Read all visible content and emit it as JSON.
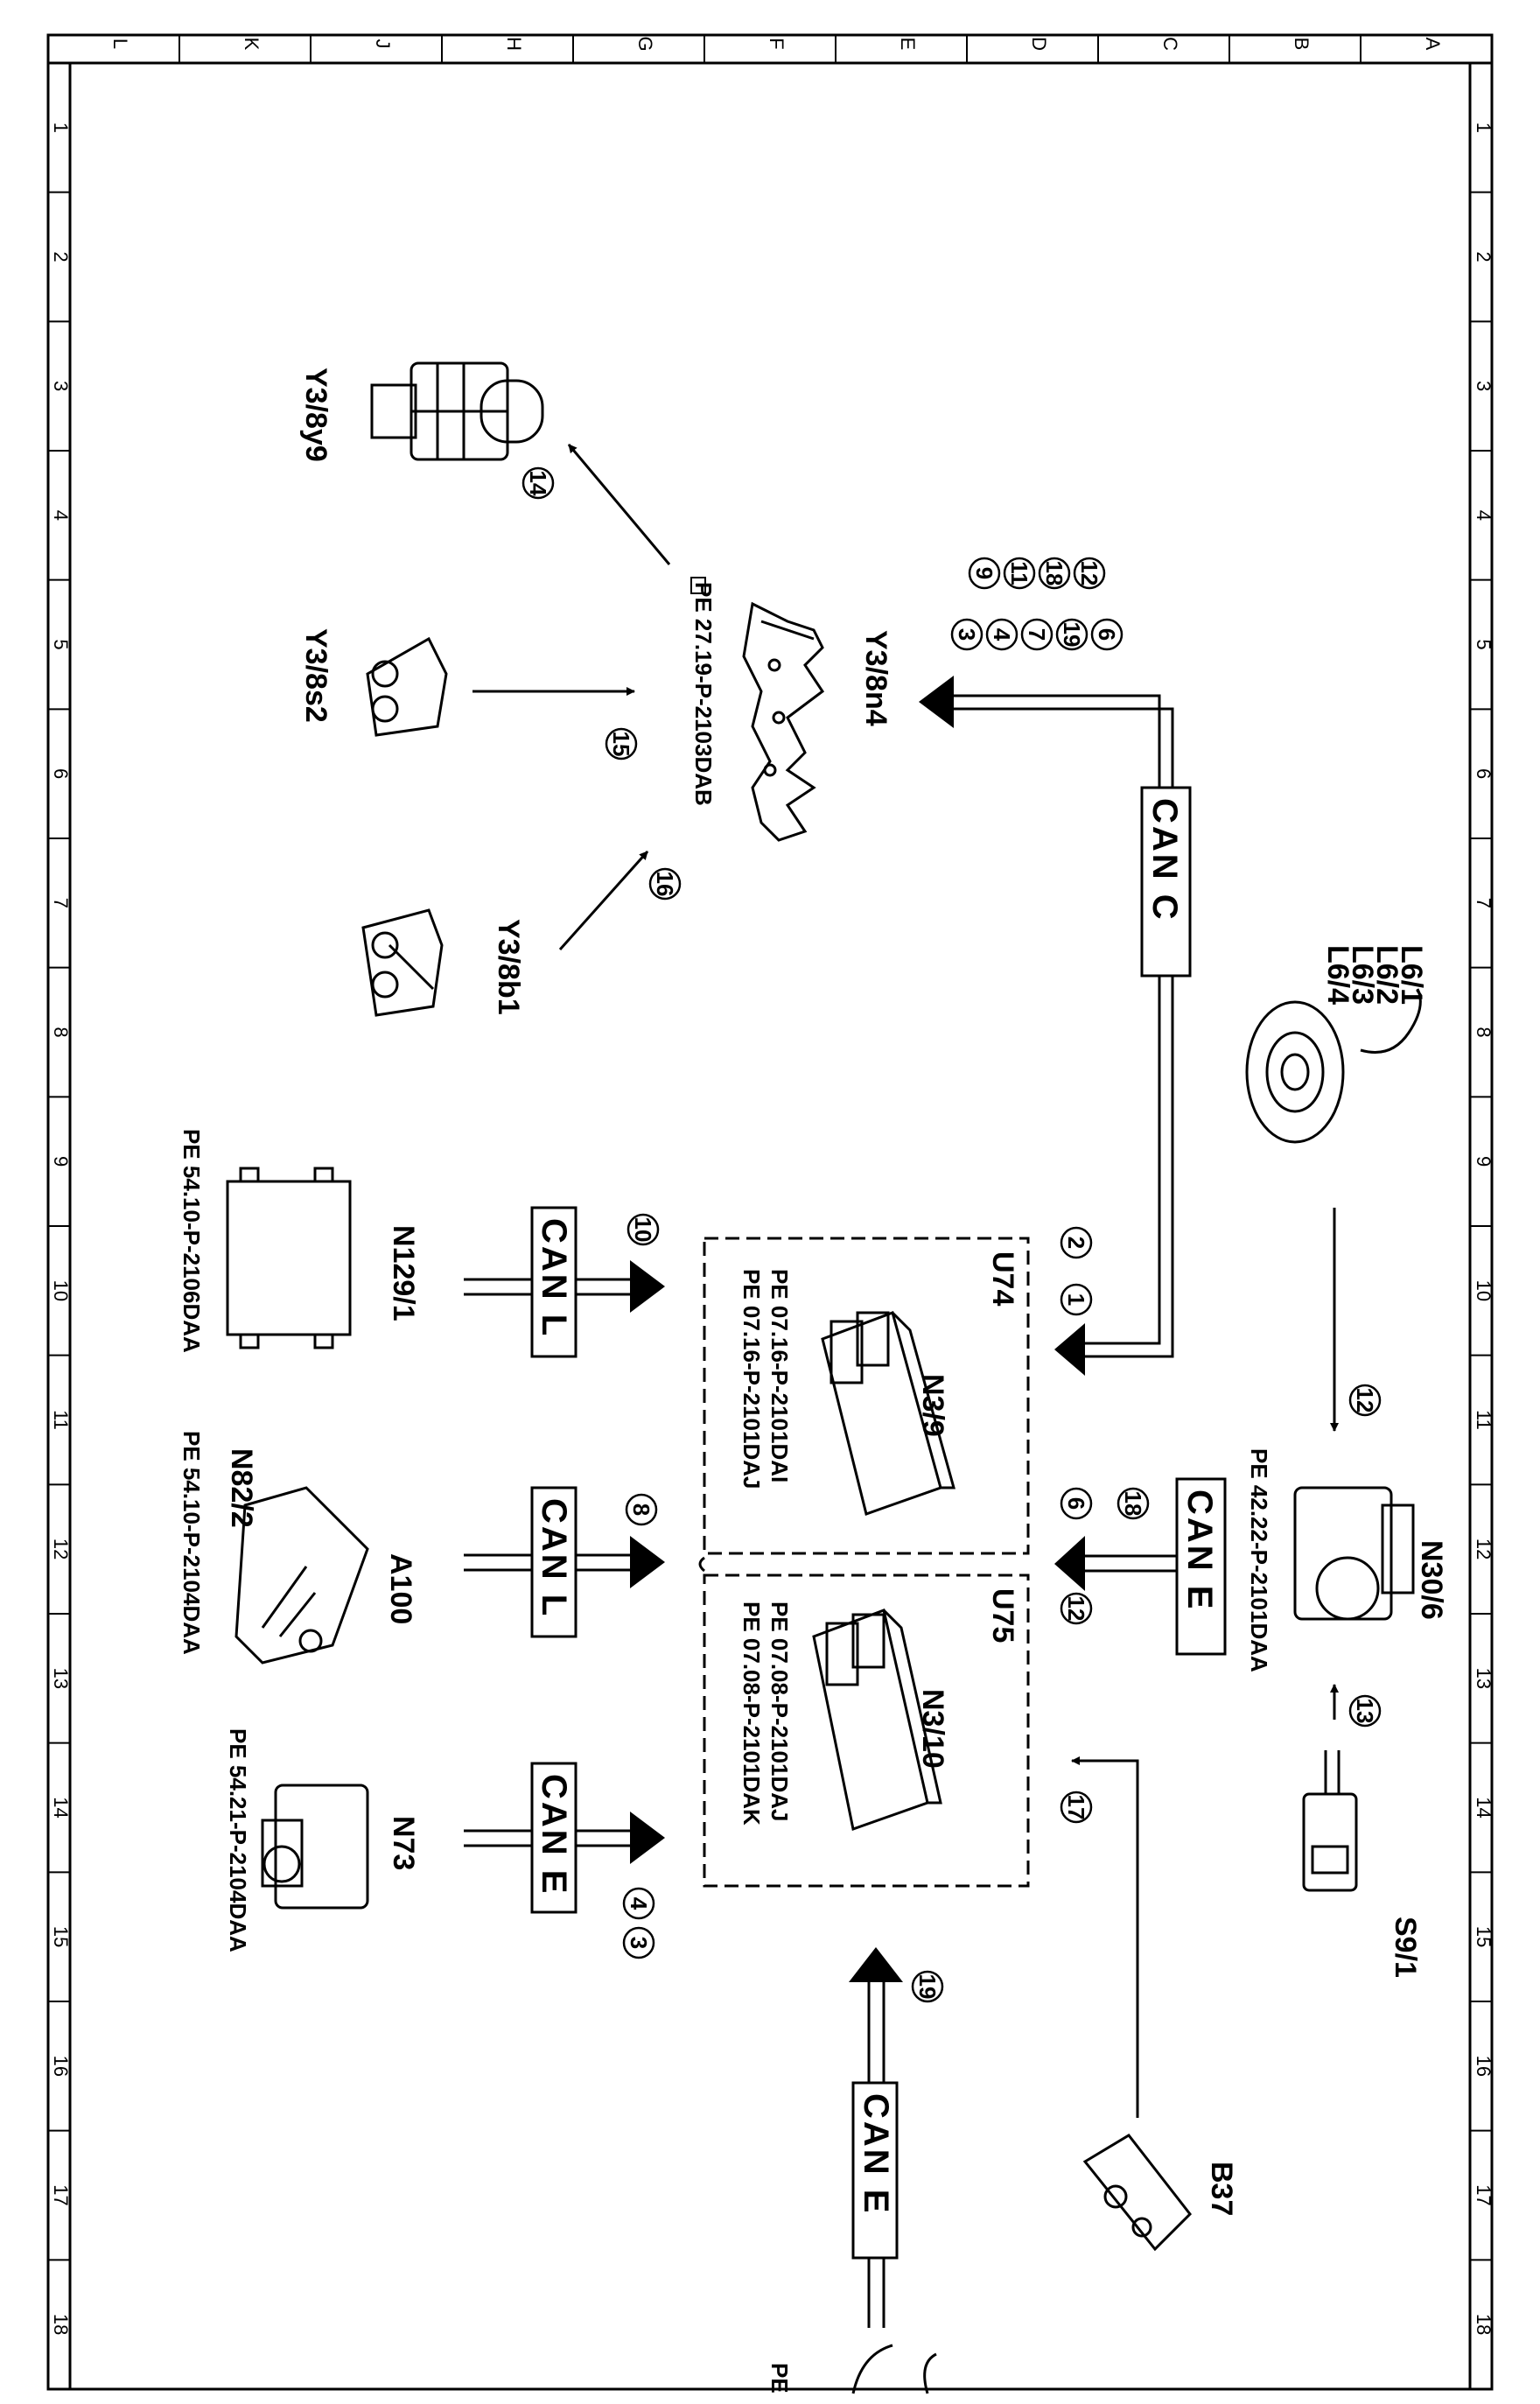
{
  "grid": {
    "columns": [
      "L",
      "K",
      "J",
      "H",
      "G",
      "F",
      "E",
      "D",
      "C",
      "B",
      "A"
    ],
    "rows": [
      "1",
      "2",
      "3",
      "4",
      "5",
      "6",
      "7",
      "8",
      "9",
      "10",
      "11",
      "12",
      "13",
      "14",
      "15",
      "16",
      "17",
      "18"
    ]
  },
  "components": {
    "y38y9": "Y3/8y9",
    "y38s2": "Y3/8s2",
    "y38b1": "Y3/8b1",
    "y38n4": "Y3/8n4",
    "l6": [
      "L6/1",
      "L6/2",
      "L6/3",
      "L6/4"
    ],
    "n129_1": "N129/1",
    "n82_2": "N82/2",
    "a100": "A100",
    "n73": "N73",
    "u74": "U74",
    "n3_9": "N3/9",
    "u75": "U75",
    "n3_10": "N3/10",
    "n30_6": "N30/6",
    "s9_1": "S9/1",
    "b37": "B37"
  },
  "references": {
    "y38n4": "PE 27.19-P-2103DAB",
    "n129_1": "PE 54.10-P-2106DAA",
    "a100": "PE 54.10-P-2104DAA",
    "n73": "PE 54.21-P-2104DAA",
    "n3_9_a": "PE 07.16-P-2101DAI",
    "n3_9_b": "PE 07.16-P-2101DAJ",
    "n3_10_a": "PE 07.08-P-2101DAJ",
    "n3_10_b": "PE 07.08-P-2101DAK",
    "n30_6": "PE 42.22-P-2101DAA",
    "bottom": "PE"
  },
  "bus_labels": {
    "can_c": "CAN C",
    "can_l1": "CAN L",
    "can_l2": "CAN L",
    "can_e_n73": "CAN E",
    "can_e_n30": "CAN E",
    "can_e_bottom": "CAN E"
  },
  "circled_numbers": {
    "y38n4_row1": [
      "12",
      "18",
      "11",
      "9"
    ],
    "y38n4_row2": [
      "6",
      "19",
      "7",
      "4",
      "3"
    ],
    "can_c_u74": [
      "2",
      "1"
    ],
    "n129": "10",
    "a100": "8",
    "n73": [
      "4",
      "3"
    ],
    "n30_can": [
      "18",
      "6",
      "12"
    ],
    "l6_n30": "12",
    "s9_n30": "13",
    "y38y9": "14",
    "y38s2": "15",
    "y38b1": "16",
    "b37": "17",
    "bottom_can": "19"
  }
}
